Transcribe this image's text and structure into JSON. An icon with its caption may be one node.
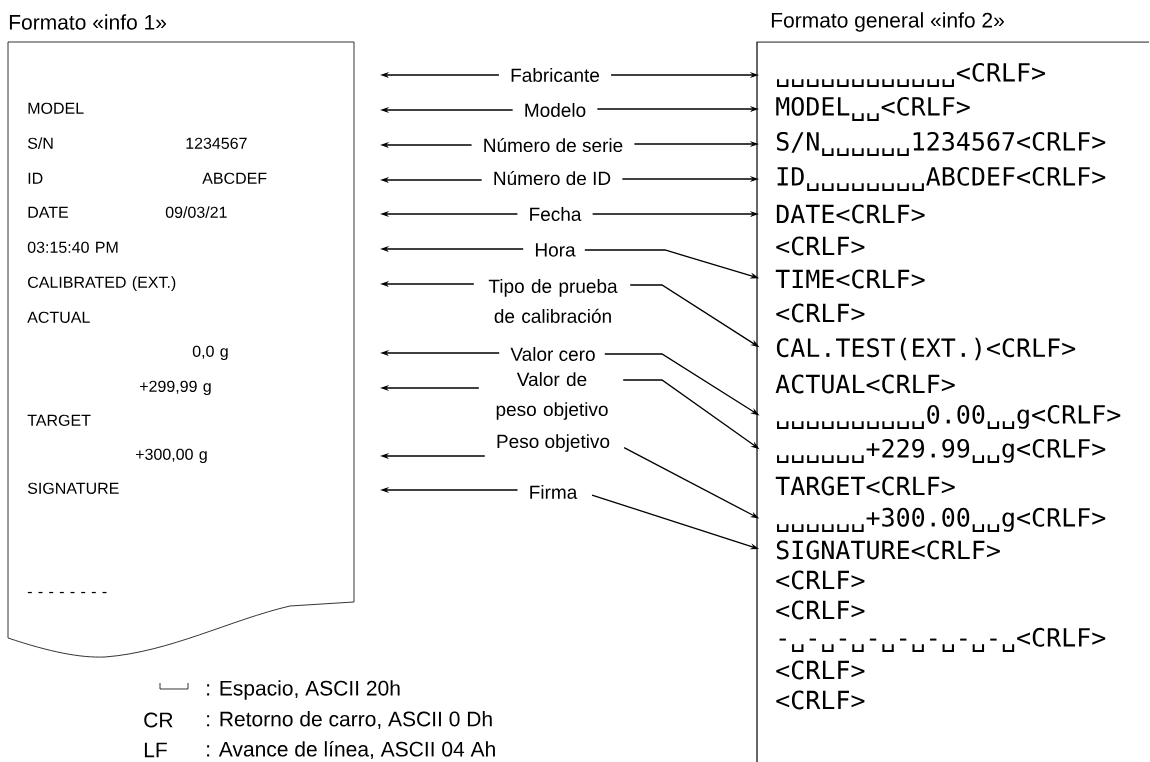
{
  "diagram": {
    "nodes": [
      {
        "text": [
          "Formato «info 1»"
        ]
      },
      {
        "text": [
          "MODEL"
        ],
        "in": 0
      },
      {
        "text": [
          "S/N",
          "1234567"
        ],
        "in": 0
      },
      {
        "text": [
          "ID",
          "ABCDEF"
        ],
        "in": 0
      },
      {
        "text": [
          "DATE",
          "09/03/21"
        ],
        "in": 0
      },
      {
        "text": [
          "03:15:40 PM"
        ],
        "in": 0
      },
      {
        "text": [
          "CALIBRATED (EXT.)"
        ],
        "in": 0
      },
      {
        "text": [
          "ACTUAL"
        ],
        "in": 0
      },
      {
        "text": [
          "0,0 g"
        ],
        "in": 0
      },
      {
        "text": [
          "+299,99 g"
        ],
        "in": 0
      },
      {
        "text": [
          "TARGET"
        ],
        "in": 0
      },
      {
        "text": [
          "+300,00 g"
        ],
        "in": 0
      },
      {
        "text": [
          "SIGNATURE"
        ],
        "in": 0
      },
      {
        "text": [
          "- - - - - - - -"
        ],
        "in": 0
      },
      {
        "text": [
          "Fabricante"
        ]
      },
      {
        "text": [
          "Modelo"
        ]
      },
      {
        "text": [
          "Número de serie"
        ]
      },
      {
        "text": [
          "Número de ID"
        ]
      },
      {
        "text": [
          "Fecha"
        ]
      },
      {
        "text": [
          "Hora"
        ]
      },
      {
        "text": [
          "Tipo de prueba de calibración"
        ]
      },
      {
        "text": [
          "Valor cero"
        ]
      },
      {
        "text": [
          "Valor de peso objetivo"
        ]
      },
      {
        "text": [
          "Peso objetivo"
        ]
      },
      {
        "text": [
          "Firma"
        ]
      },
      {
        "text": [
          "Formato general «info 2»"
        ]
      },
      {
        "text": [
          "␣␣␣␣␣␣␣␣␣␣␣␣<CRLF>"
        ],
        "in": 25
      },
      {
        "text": [
          "MODEL␣␣<CRLF>"
        ],
        "in": 25
      },
      {
        "text": [
          "S/N␣␣␣␣␣␣1234567<CRLF>"
        ],
        "in": 25
      },
      {
        "text": [
          "ID␣␣␣␣␣␣␣␣ABCDEF<CRLF>"
        ],
        "in": 25
      },
      {
        "text": [
          "DATE<CRLF>"
        ],
        "in": 25
      },
      {
        "text": [
          "<CRLF>"
        ],
        "in": 25
      },
      {
        "text": [
          "TIME<CRLF>"
        ],
        "in": 25
      },
      {
        "text": [
          "<CRLF>"
        ],
        "in": 25
      },
      {
        "text": [
          "CAL.TEST(EXT.)<CRLF>"
        ],
        "in": 25
      },
      {
        "text": [
          "ACTUAL<CRLF>"
        ],
        "in": 25
      },
      {
        "text": [
          "␣␣␣␣␣␣␣␣␣␣0.00␣␣g<CRLF>"
        ],
        "in": 25
      },
      {
        "text": [
          "␣␣␣␣␣␣+229.99␣␣g<CRLF>"
        ],
        "in": 25
      },
      {
        "text": [
          "TARGET<CRLF>"
        ],
        "in": 25
      },
      {
        "text": [
          "␣␣␣␣␣␣+300.00␣␣g<CRLF>"
        ],
        "in": 25
      },
      {
        "text": [
          "SIGNATURE<CRLF>"
        ],
        "in": 25
      },
      {
        "text": [
          "<CRLF>"
        ],
        "in": 25
      },
      {
        "text": [
          "<CRLF>"
        ],
        "in": 25
      },
      {
        "text": [
          "-␣-␣-␣-␣-␣-␣-␣-␣<CRLF>"
        ],
        "in": 25
      },
      {
        "text": [
          "<CRLF>"
        ],
        "in": 25
      },
      {
        "text": [
          "<CRLF>"
        ],
        "in": 25
      }
    ],
    "edges": [
      {
        "from": 14,
        "to": null,
        "arrow": "to"
      },
      {
        "from": 14,
        "to": 26,
        "arrow": "to"
      },
      {
        "from": 15,
        "to": null,
        "arrow": "to"
      },
      {
        "from": 15,
        "to": 27,
        "arrow": "to"
      },
      {
        "from": 16,
        "to": null,
        "arrow": "to"
      },
      {
        "from": 16,
        "to": 28,
        "arrow": "to"
      },
      {
        "from": 17,
        "to": null,
        "arrow": "to"
      },
      {
        "from": 17,
        "to": 29,
        "arrow": "to"
      },
      {
        "from": 18,
        "to": null,
        "arrow": "to"
      },
      {
        "from": 18,
        "to": 30,
        "arrow": "to"
      },
      {
        "from": 19,
        "to": null,
        "arrow": "to"
      },
      {
        "from": 19,
        "to": 32,
        "arrow": "to"
      },
      {
        "from": 20,
        "to": null,
        "arrow": "to"
      },
      {
        "from": 20,
        "to": 34,
        "arrow": "to"
      },
      {
        "from": 21,
        "to": null,
        "arrow": "to"
      },
      {
        "from": 21,
        "to": 36,
        "arrow": "to"
      },
      {
        "from": 22,
        "to": null,
        "arrow": "to"
      },
      {
        "from": 22,
        "to": 37,
        "arrow": "to"
      },
      {
        "from": 23,
        "to": null,
        "arrow": "to"
      },
      {
        "from": 23,
        "to": 39,
        "arrow": "to"
      },
      {
        "from": 24,
        "to": null,
        "arrow": "to"
      },
      {
        "from": 24,
        "to": 40,
        "arrow": "to"
      }
    ],
    "labels": [
      ": Espacio, ASCII 20h",
      "CR",
      ": Retorno de carro, ASCII 0 Dh",
      "LF",
      ": Avance de línea, ASCII 04 Ah"
    ]
  }
}
